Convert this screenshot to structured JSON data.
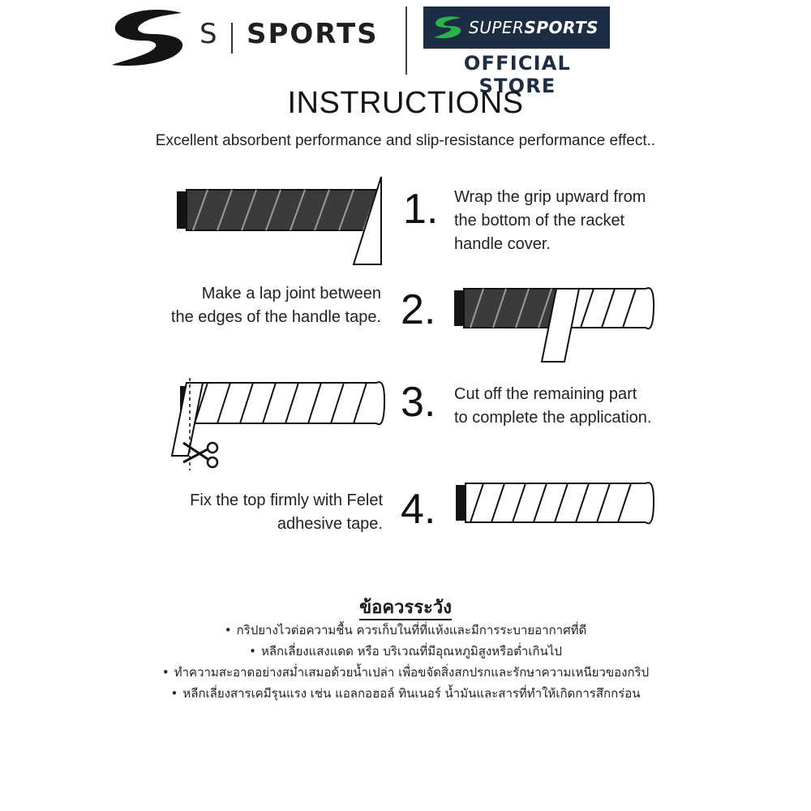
{
  "header": {
    "brand_s": "S",
    "brand_sports": "SPORTS",
    "store_name_thin": "SUPER",
    "store_name_bold": "SPORTS",
    "official": "OFFICIAL STORE",
    "colors": {
      "navy": "#1d2d44",
      "green": "#2ab34a"
    }
  },
  "instructions": {
    "title": "INSTRUCTIONS",
    "subtitle": "Excellent absorbent performance and slip-resistance performance effect..",
    "steps": [
      {
        "number": "1.",
        "lines": [
          "Wrap the grip upward from",
          "the bottom of the racket",
          "handle cover."
        ]
      },
      {
        "number": "2.",
        "lines": [
          "Make a lap joint between",
          "the edges of the handle tape."
        ]
      },
      {
        "number": "3.",
        "lines": [
          "Cut off the remaining part",
          "to complete the application."
        ]
      },
      {
        "number": "4.",
        "lines": [
          "Fix the top firmly with Felet",
          "adhesive tape."
        ]
      }
    ]
  },
  "cautions": {
    "title": "ข้อควรระวัง",
    "bullet": "•",
    "items": [
      "กริปยางไวต่อความชื้น ควรเก็บในที่ที่แห้งและมีการระบายอากาศที่ดี",
      "หลีกเลี่ยงแสงแดด หรือ บริเวณที่มีอุณหภูมิสูงหรือต่ำเกินไป",
      "ทำความสะอาดอย่างสม่ำเสมอด้วยน้ำเปล่า เพื่อขจัดสิ่งสกปรกและรักษาความเหนียวของกริป",
      "หลีกเลี่ยงสารเคมีรุนแรง เช่น แอลกอฮอล์ ทินเนอร์ น้ำมันและสารที่ทำให้เกิดการสึกกร่อน"
    ]
  }
}
